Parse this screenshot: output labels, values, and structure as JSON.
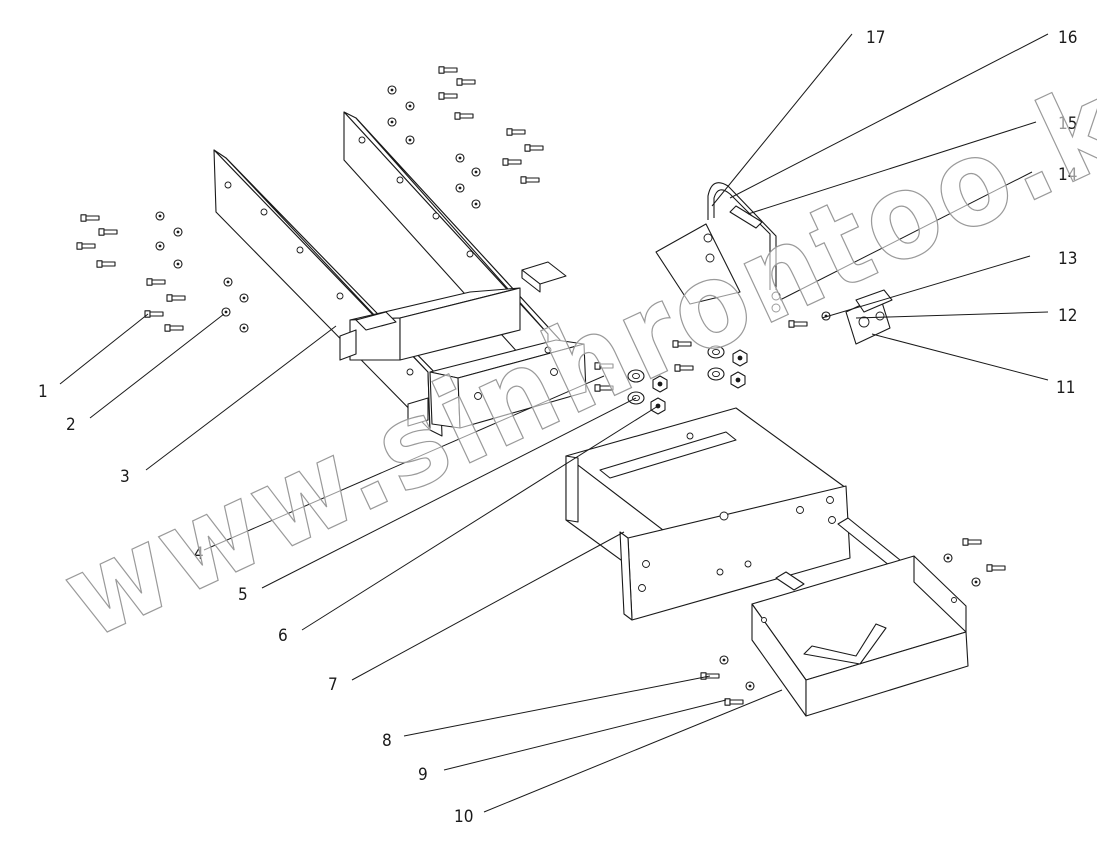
{
  "watermark": "www.sinhrontoo.kz",
  "callouts": [
    "1",
    "2",
    "3",
    "4",
    "5",
    "6",
    "7",
    "8",
    "9",
    "10",
    "11",
    "12",
    "13",
    "14",
    "15",
    "16",
    "17"
  ]
}
